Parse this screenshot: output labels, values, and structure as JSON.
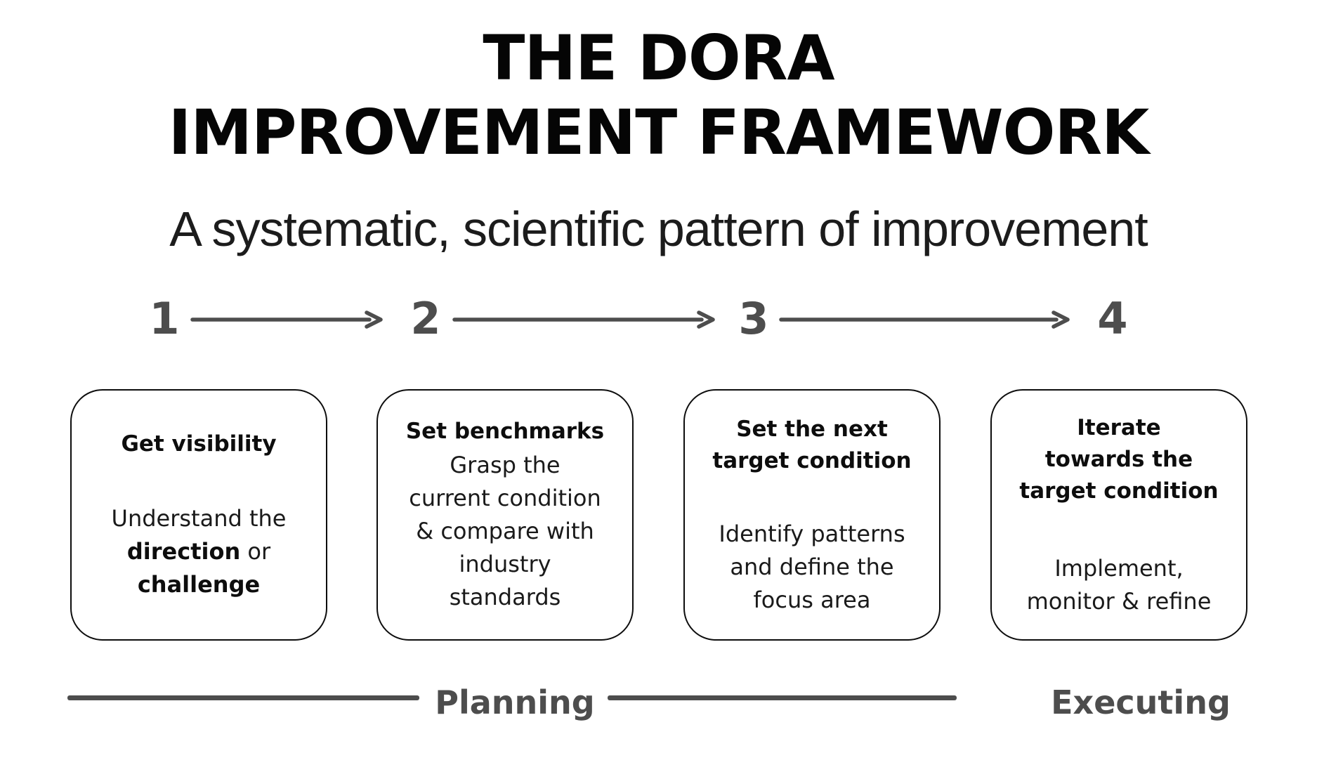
{
  "title": "THE DORA\nIMPROVEMENT FRAMEWORK",
  "subtitle": "A systematic, scientific pattern of improvement",
  "steps": [
    {
      "number": "1",
      "heading": "Get visibility",
      "body_segments": [
        {
          "text": "Understand the\n",
          "bold": false
        },
        {
          "text": "direction",
          "bold": true
        },
        {
          "text": " or\n",
          "bold": false
        },
        {
          "text": "challenge",
          "bold": true
        }
      ]
    },
    {
      "number": "2",
      "heading": "Set benchmarks",
      "body_segments": [
        {
          "text": "Grasp the\ncurrent condition\n& compare with\nindustry\nstandards",
          "bold": false
        }
      ]
    },
    {
      "number": "3",
      "heading": "Set the next\ntarget condition",
      "body_segments": [
        {
          "text": "Identify patterns\nand define the\nfocus area",
          "bold": false
        }
      ]
    },
    {
      "number": "4",
      "heading": "Iterate\ntowards the\ntarget condition",
      "body_segments": [
        {
          "text": "Implement,\nmonitor & refine",
          "bold": false
        }
      ]
    }
  ],
  "phases": [
    {
      "label": "Planning"
    },
    {
      "label": "Executing"
    }
  ],
  "colors": {
    "background": "#ffffff",
    "text_black": "#0d0d0d",
    "muted_gray": "#4d4d4d",
    "box_border": "#0d0d0d"
  }
}
